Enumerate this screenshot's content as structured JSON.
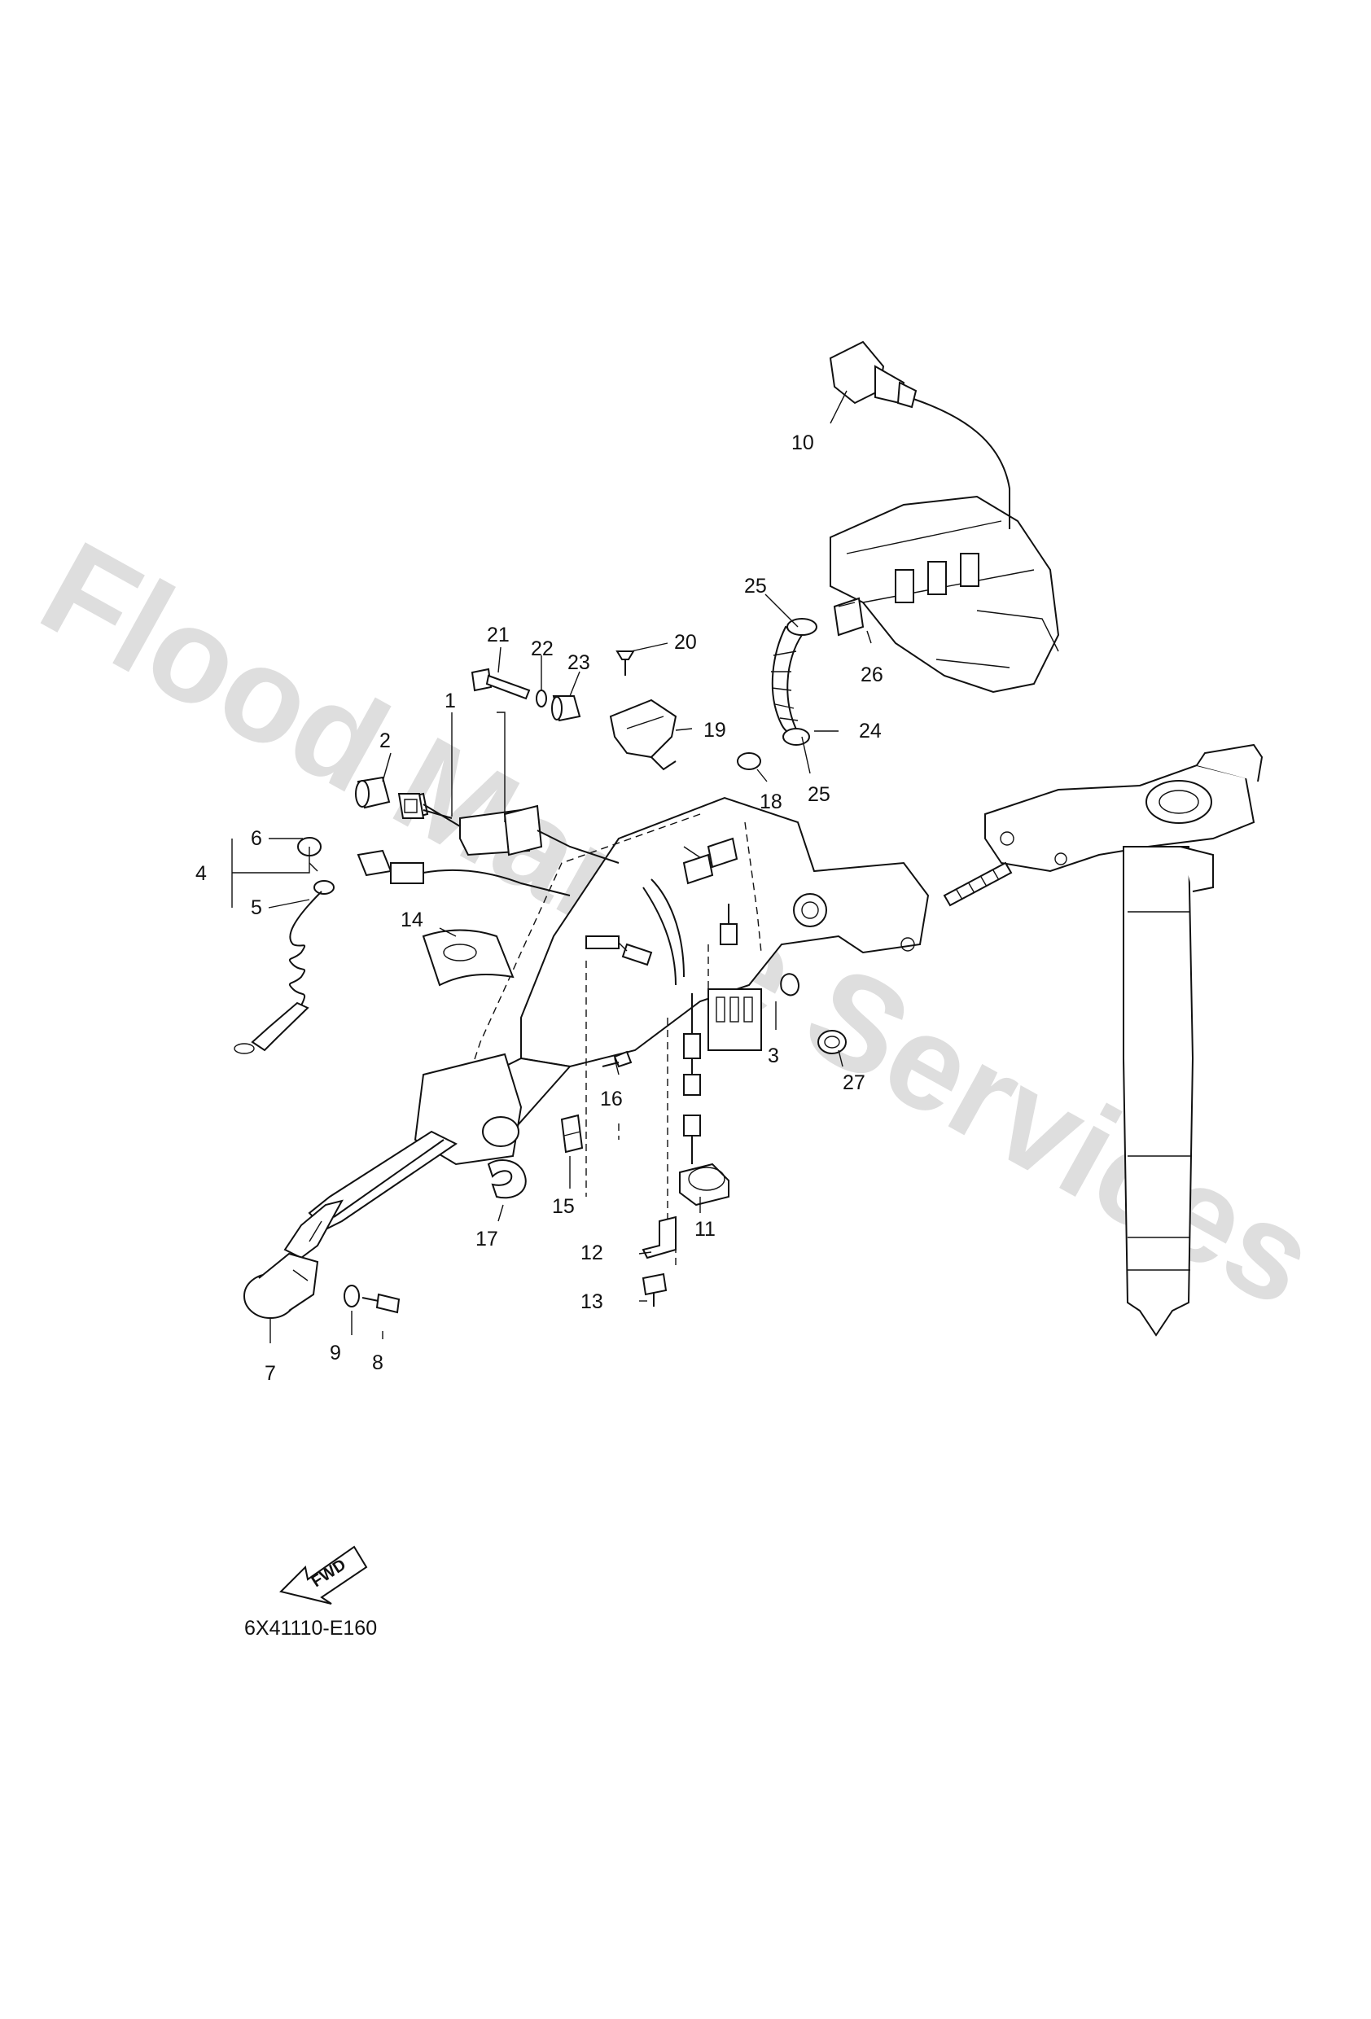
{
  "watermark": "Flood Marine Services",
  "figure_code": "6X41110-E160",
  "fwd_label": "FWD",
  "callouts": [
    "1",
    "2",
    "3",
    "4",
    "5",
    "6",
    "7",
    "8",
    "9",
    "10",
    "11",
    "12",
    "13",
    "14",
    "15",
    "16",
    "17",
    "18",
    "19",
    "20",
    "21",
    "22",
    "23",
    "24",
    "25",
    "25",
    "26",
    "27"
  ]
}
